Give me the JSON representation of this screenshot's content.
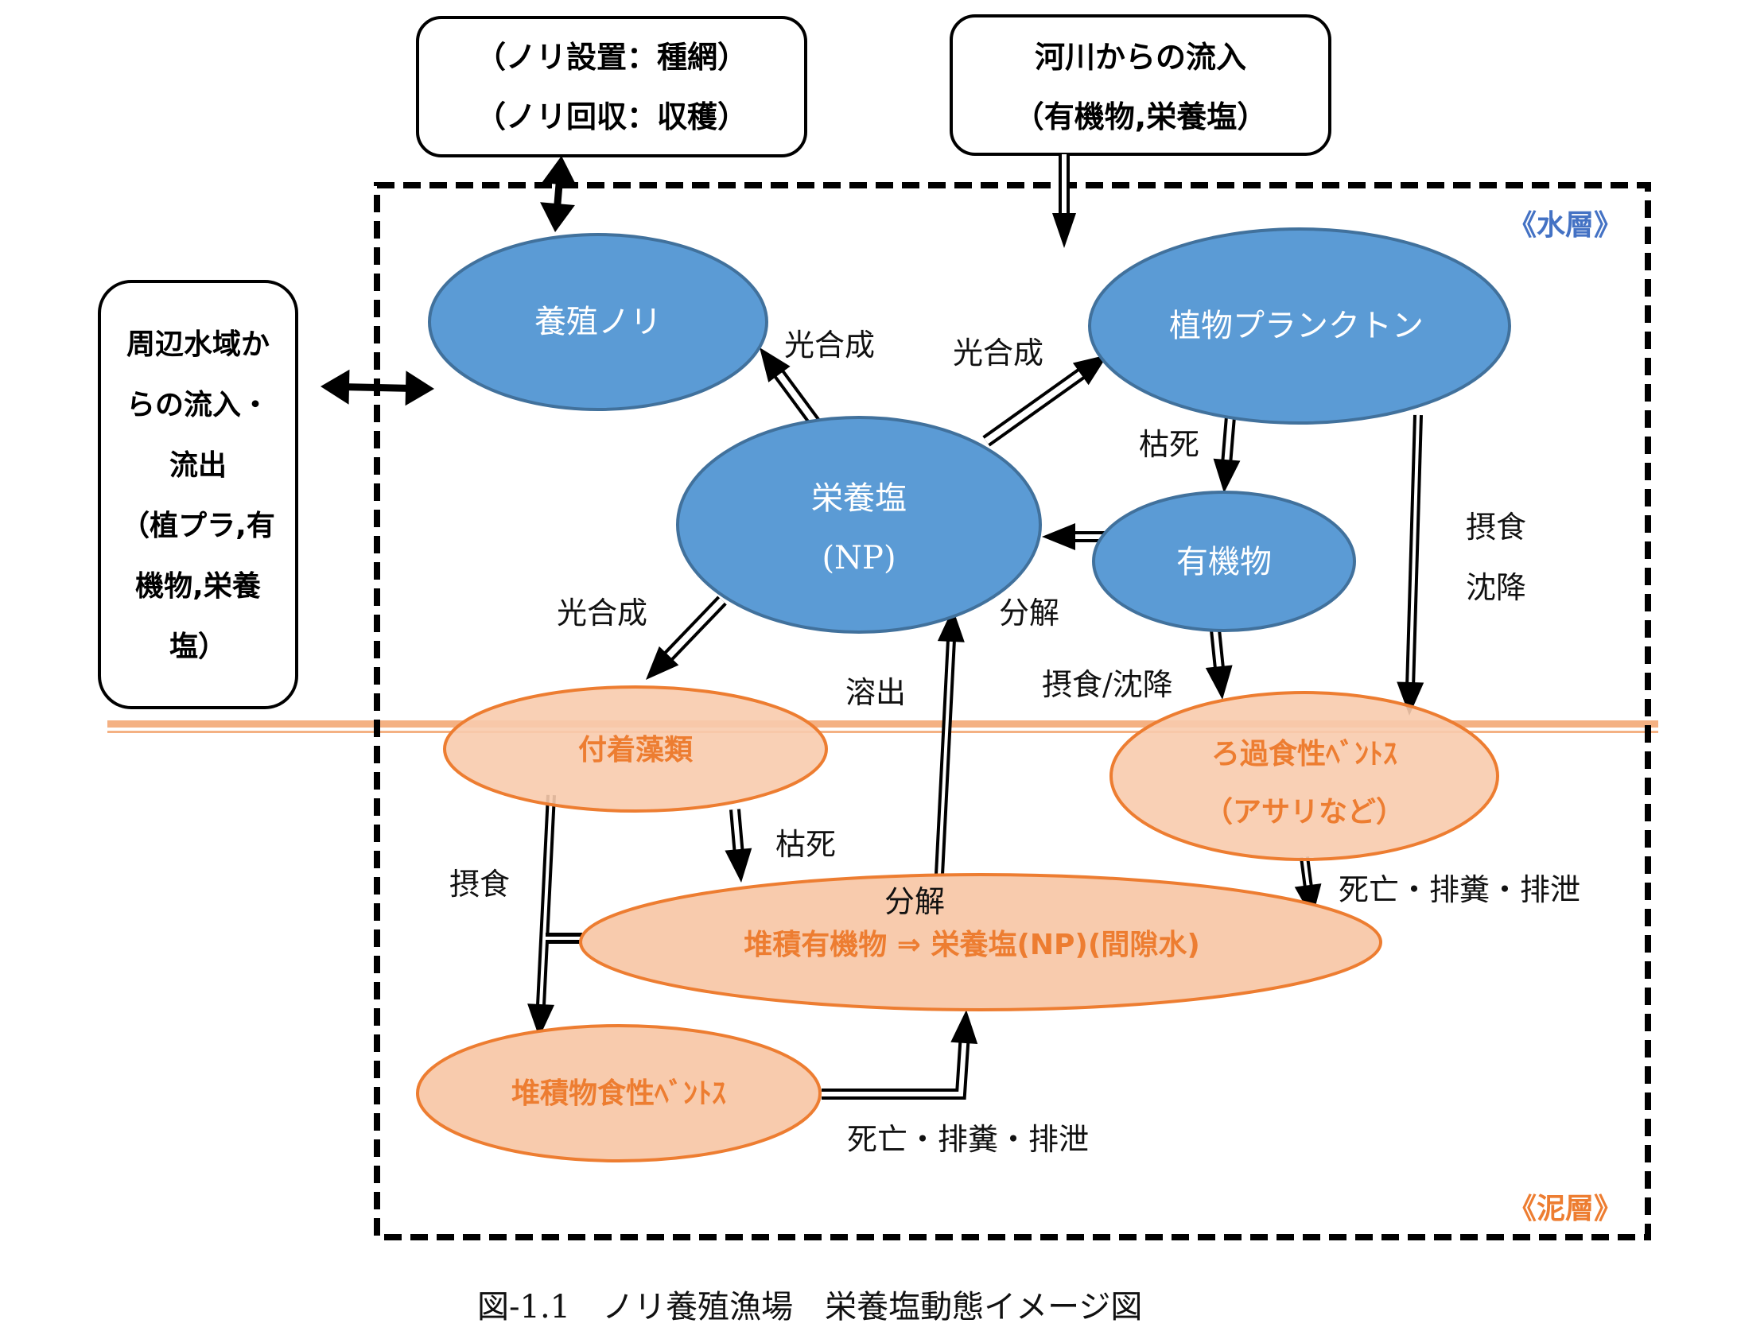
{
  "external_sources": {
    "nori_box": {
      "lines": [
        "（ノリ設置：種網）",
        "（ノリ回収：収穫）"
      ]
    },
    "river_box": {
      "lines": [
        "河川からの流入",
        "（有機物,栄養塩）"
      ]
    },
    "surrounding_box": {
      "lines": [
        "周辺水域か",
        "らの流入・",
        "流出",
        "（植プラ,有",
        "機物,栄養",
        "塩）"
      ]
    }
  },
  "layers": {
    "water": "《水層》",
    "mud": "《泥層》"
  },
  "colors": {
    "water_node_fill": "#5b9bd5",
    "water_node_stroke": "#41719c",
    "mud_node_fill": "#f8cbad",
    "mud_node_stroke": "#ed7d31",
    "mud_text": "#ed7d31",
    "water_label": "#4472c4",
    "boundary_line": "#f4b183"
  },
  "nodes": {
    "nori": "養殖ノリ",
    "phytoplankton": "植物プランクトン",
    "nutrients": {
      "line1": "栄養塩",
      "line2": "(NP)"
    },
    "organic": "有機物",
    "attached_algae": "付着藻類",
    "filter_benthos": {
      "line1": "ろ過食性ﾍﾞﾝﾄｽ",
      "line2": "（アサリなど）"
    },
    "sediment": {
      "top": "分解",
      "main": "堆積有機物 ⇒ 栄養塩(NP)(間隙水)"
    },
    "deposit_benthos": "堆積物食性ﾍﾞﾝﾄｽ"
  },
  "flow_labels": {
    "photo_nori": "光合成",
    "photo_phyto": "光合成",
    "photo_algae": "光合成",
    "wither_phyto": "枯死",
    "wither_algae": "枯死",
    "decompose": "分解",
    "feeding_sinking_slash": "摂食/沈降",
    "feeding_sinking_1": "摂食",
    "feeding_sinking_2": "沈降",
    "elution": "溶出",
    "feeding": "摂食",
    "death_excretion_1": "死亡・排糞・排泄",
    "death_excretion_2": "死亡・排糞・排泄"
  },
  "caption": "図-1.1　ノリ養殖漁場　栄養塩動態イメージ図"
}
